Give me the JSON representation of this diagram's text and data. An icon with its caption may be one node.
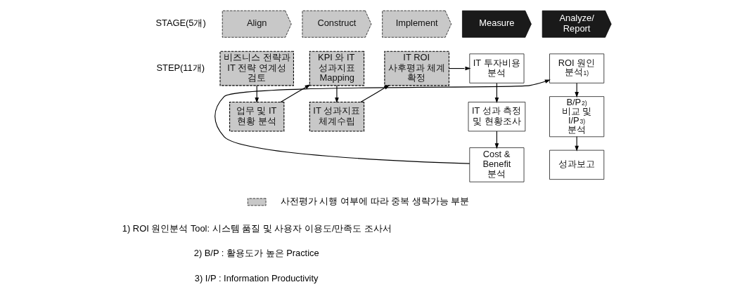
{
  "diagram": {
    "nodes": [
      {
        "text": [
          "Align"
        ]
      },
      {
        "text": [
          "Construct"
        ]
      },
      {
        "text": [
          "Implement"
        ]
      },
      {
        "text": [
          "Measure"
        ]
      },
      {
        "text": [
          "Analyze/ Report"
        ]
      },
      {
        "text": [
          "비즈니스 전략과 IT 전략 연계성 검토"
        ]
      },
      {
        "text": [
          "업무 및 IT 현황 분석"
        ]
      },
      {
        "text": [
          "KPI 와 IT 성과지표 Mapping"
        ]
      },
      {
        "text": [
          "IT 성과지표 체계수립"
        ]
      },
      {
        "text": [
          "IT ROI 사후평과 체계 확정"
        ]
      },
      {
        "text": [
          "IT 투자비용 분석"
        ]
      },
      {
        "text": [
          "IT 성과 측정 및 현황조사"
        ]
      },
      {
        "text": [
          "Cost & Benefit 분석"
        ]
      },
      {
        "text": [
          "ROI 원인 분석$^{1)}$"
        ]
      },
      {
        "text": [
          "B/P$^{2)}$ 비교 및 I/P$^{3)}$ 분석"
        ]
      },
      {
        "text": [
          "성과보고"
        ]
      }
    ],
    "edges": [
      {
        "from": 5,
        "to": 6,
        "arrow": "to"
      },
      {
        "from": 6,
        "to": 7,
        "arrow": "to"
      },
      {
        "from": 7,
        "to": 8,
        "arrow": "to"
      },
      {
        "from": 8,
        "to": 9,
        "arrow": "to"
      },
      {
        "from": 9,
        "to": 10,
        "arrow": "to"
      },
      {
        "from": 10,
        "to": 11,
        "arrow": "to"
      },
      {
        "from": 11,
        "to": 12,
        "arrow": "to"
      },
      {
        "from": 12,
        "to": 13,
        "arrow": "to"
      },
      {
        "from": 13,
        "to": 14,
        "arrow": "to"
      },
      {
        "from": 14,
        "to": 15,
        "arrow": "to"
      }
    ],
    "labels": [
      "STAGE(5개)",
      "STEP(11개)",
      "1) ROI 원인분석 Tool: 시스템 품질 및 사용자 이용도/만족도 조사서",
      "2) B/P : 활용도가 높은 Practice",
      "3) I/P : Information Productivity"
    ],
    "legend": [
      {
        "text": "사전평가 시행 여부에 따라 중복 생략가능 부분"
      }
    ]
  }
}
